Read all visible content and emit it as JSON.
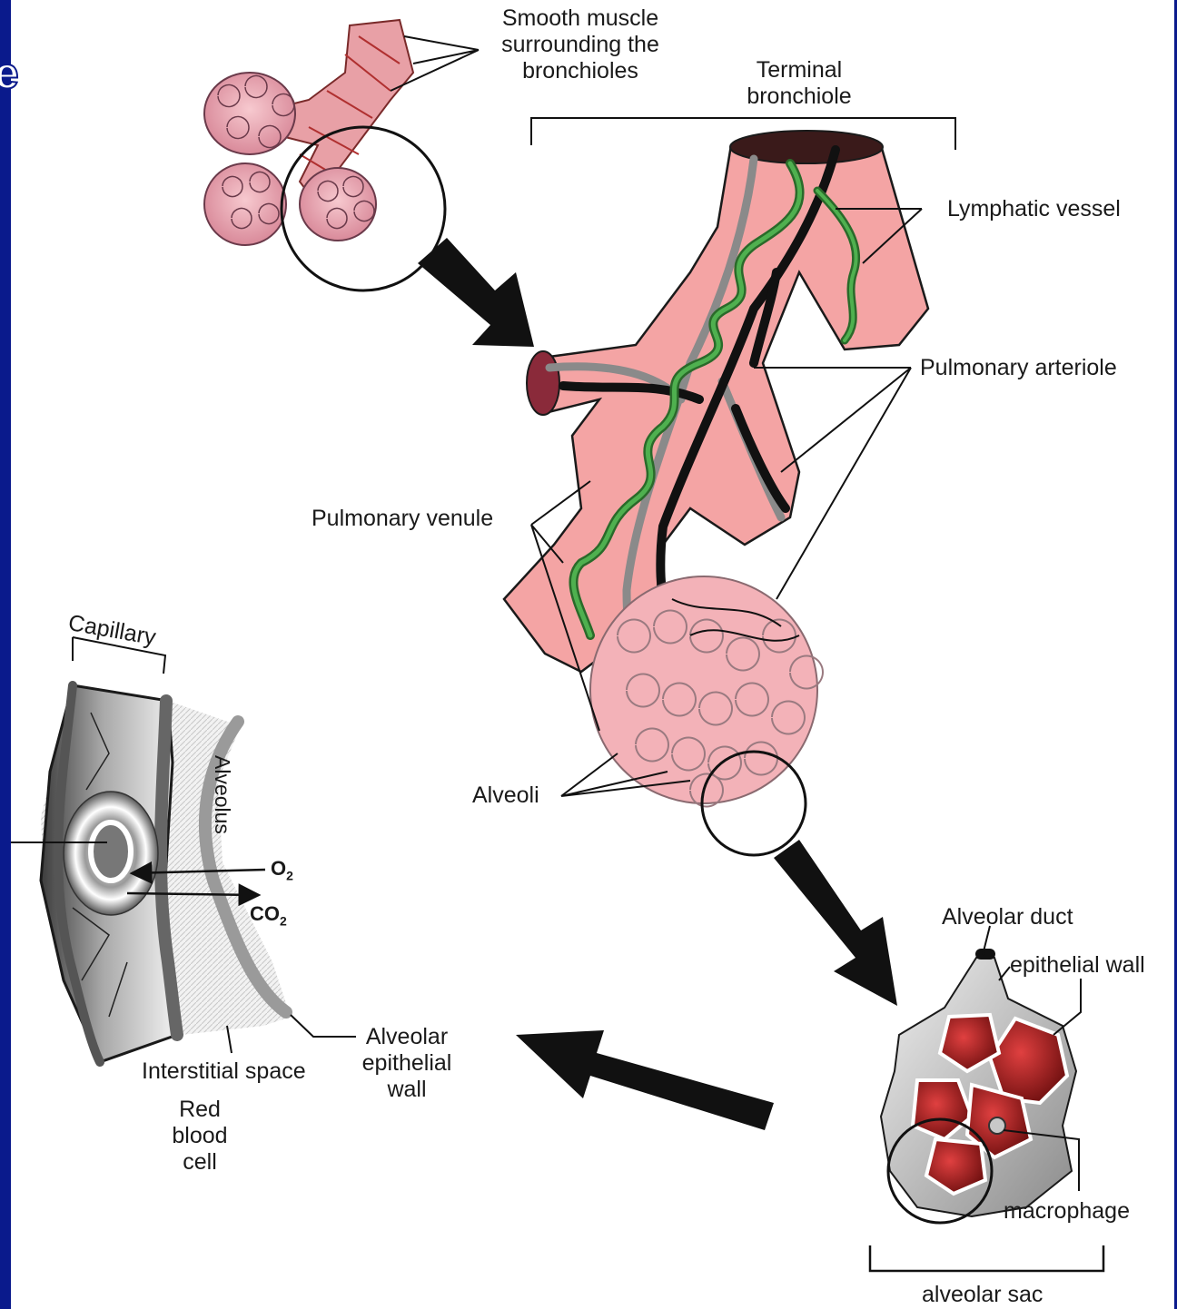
{
  "slide": {
    "edge_glyph": "e",
    "frame_color": "#0a1a8c"
  },
  "labels": {
    "smooth_muscle": [
      "Smooth muscle",
      "surrounding the",
      "bronchioles"
    ],
    "terminal_bronchiole": [
      "Terminal",
      "bronchiole"
    ],
    "lymphatic_vessel": "Lymphatic vessel",
    "pulmonary_arteriole": "Pulmonary arteriole",
    "pulmonary_venule": "Pulmonary venule",
    "alveoli": "Alveoli",
    "capillary": "Capillary",
    "alveolus": "Alveolus",
    "o2": "O",
    "o2_sub": "2",
    "co2": "CO",
    "co2_sub": "2",
    "interstitial_space": "Interstitial space",
    "red_blood_cell": [
      "Red",
      "blood",
      "cell"
    ],
    "alveolar_epithelial_wall": [
      "Alveolar",
      "epithelial",
      "wall"
    ],
    "alveolar_duct": "Alveolar duct",
    "epithelial_wall": "epithelial wall",
    "macrophage": "macrophage",
    "alveolar_sac": "alveolar sac"
  },
  "colors": {
    "tissue_pink": "#f4a4a4",
    "tissue_outline": "#1a1a1a",
    "lymph_green": "#3a9a3a",
    "vein_gray": "#8a8a8a",
    "artery_black": "#111111",
    "sac_red": "#9e1a1a",
    "capillary_gray": "#6e6e6e"
  }
}
